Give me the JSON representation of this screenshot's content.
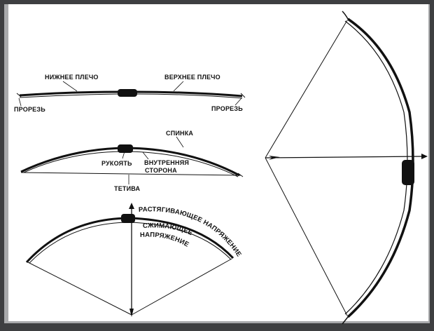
{
  "colors": {
    "frame": "#3e3f41",
    "paper": "#ffffff",
    "ink": "#111111"
  },
  "diagram1": {
    "lower_limb": "НИЖНЕЕ ПЛЕЧО",
    "upper_limb": "ВЕРХНЕЕ ПЛЕЧО",
    "nock_left": "ПРОРЕЗЬ",
    "nock_right": "ПРОРЕЗЬ"
  },
  "diagram2": {
    "back": "СПИНКА",
    "handle": "РУКОЯТЬ",
    "belly_line1": "ВНУТРЕННЯЯ",
    "belly_line2": "СТОРОНА",
    "string": "ТЕТИВА"
  },
  "diagram3": {
    "tension": "РАСТЯГИВАЮЩЕЕ НАПРЯЖЕНИЕ",
    "compression_line1": "СЖИМАЮЩЕЕ",
    "compression_line2": "НАПРЯЖЕНИЕ"
  }
}
